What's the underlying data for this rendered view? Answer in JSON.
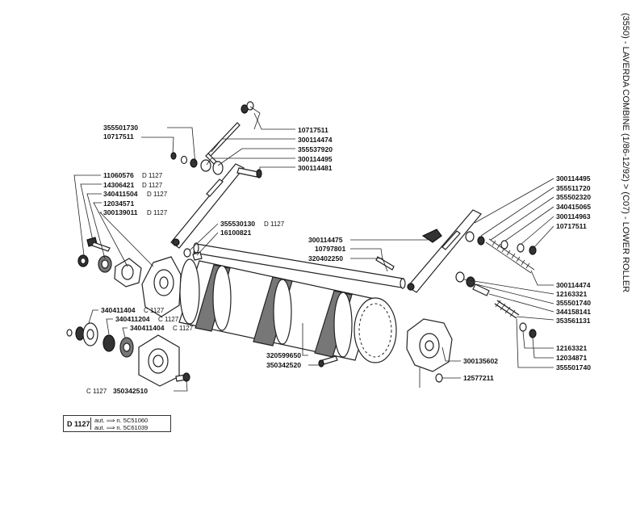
{
  "title": "(3550) - LAVERDA COMBINE (1/86-12/92) > (C07) - LOWER ROLLER",
  "parts": [
    {
      "number": "355501730",
      "suffix": ""
    },
    {
      "number": "10717511",
      "suffix": ""
    },
    {
      "number": "10717511",
      "suffix": ""
    },
    {
      "number": "300114474",
      "suffix": ""
    },
    {
      "number": "355537920",
      "suffix": ""
    },
    {
      "number": "300114495",
      "suffix": ""
    },
    {
      "number": "300114481",
      "suffix": ""
    },
    {
      "number": "11060576",
      "suffix": "D 1127"
    },
    {
      "number": "14306421",
      "suffix": "D 1127"
    },
    {
      "number": "340411504",
      "suffix": "D 1127"
    },
    {
      "number": "12034571",
      "suffix": ""
    },
    {
      "number": "300139011",
      "suffix": "D 1127"
    },
    {
      "number": "355530130",
      "suffix": "D 1127"
    },
    {
      "number": "16100821",
      "suffix": ""
    },
    {
      "number": "300114475",
      "suffix": ""
    },
    {
      "number": "10797801",
      "suffix": ""
    },
    {
      "number": "320402250",
      "suffix": ""
    },
    {
      "number": "300114495",
      "suffix": ""
    },
    {
      "number": "355511720",
      "suffix": ""
    },
    {
      "number": "355502320",
      "suffix": ""
    },
    {
      "number": "340415065",
      "suffix": ""
    },
    {
      "number": "300114963",
      "suffix": ""
    },
    {
      "number": "10717511",
      "suffix": ""
    },
    {
      "number": "300114474",
      "suffix": ""
    },
    {
      "number": "12163321",
      "suffix": ""
    },
    {
      "number": "355501740",
      "suffix": ""
    },
    {
      "number": "344158141",
      "suffix": ""
    },
    {
      "number": "353561131",
      "suffix": ""
    },
    {
      "number": "340411404",
      "suffix": "C 1127"
    },
    {
      "number": "340411204",
      "suffix": "C 1127"
    },
    {
      "number": "340411404",
      "suffix": "C 1127"
    },
    {
      "number": "320599650",
      "suffix": ""
    },
    {
      "number": "350342520",
      "suffix": ""
    },
    {
      "number": "300135602",
      "suffix": ""
    },
    {
      "number": "12163321",
      "suffix": ""
    },
    {
      "number": "12034871",
      "suffix": ""
    },
    {
      "number": "355501740",
      "suffix": ""
    },
    {
      "number": "12577211",
      "suffix": ""
    },
    {
      "number": "350342510",
      "suffix": "C 1127"
    }
  ],
  "legend": {
    "code": "D 1127",
    "row1": "aut. ⟹ n. 5C51060",
    "row2": "aut. ⟹ n. 5C61039"
  }
}
